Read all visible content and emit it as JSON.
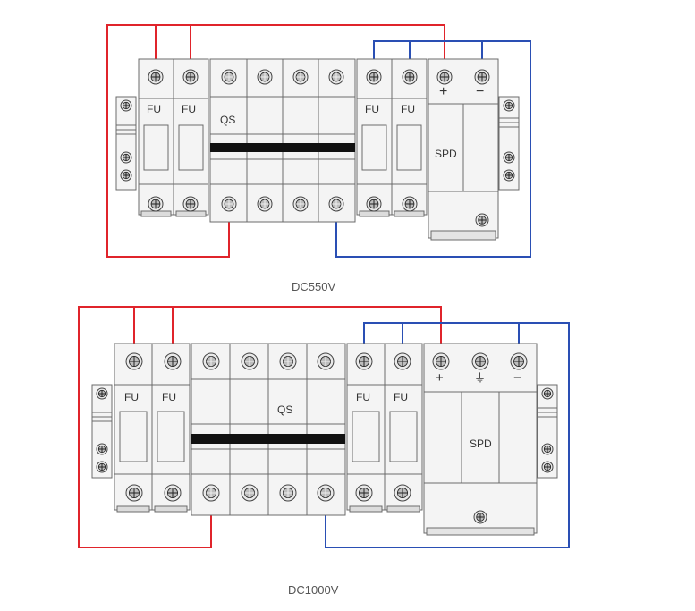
{
  "colors": {
    "positive_wire": "#e0242b",
    "negative_wire": "#2a4fb4",
    "bar": "#111111"
  },
  "diagrams": [
    {
      "caption": "DC550V",
      "fuse_label": "FU",
      "switch_label": "QS",
      "spd_label": "SPD",
      "spd_symbols": [
        "+",
        "−"
      ]
    },
    {
      "caption": "DC1000V",
      "fuse_label": "FU",
      "switch_label": "QS",
      "spd_label": "SPD",
      "spd_symbols": [
        "+",
        "⏚",
        "−"
      ]
    }
  ]
}
